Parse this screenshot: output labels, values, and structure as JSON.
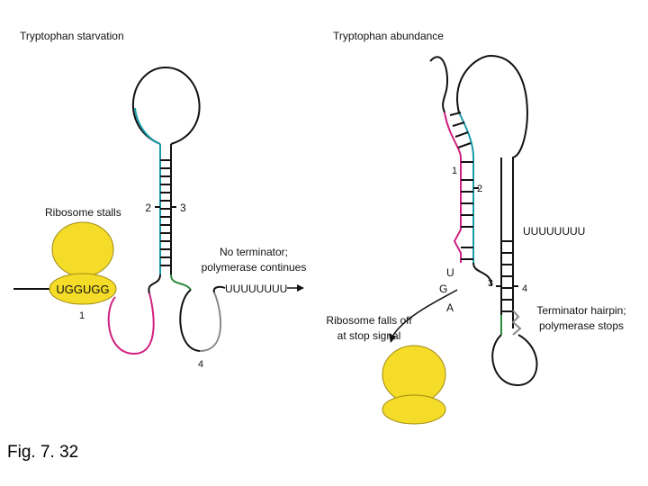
{
  "left_panel": {
    "title": "Tryptophan starvation",
    "ribosome_label": "Ribosome stalls",
    "codon_text": "UGGUGG",
    "region_1": "1",
    "region_2": "2",
    "region_3": "3",
    "region_4": "4",
    "terminator_line1": "No terminator;",
    "terminator_line2": "polymerase continues",
    "tail_text": "UUUUUUUU"
  },
  "right_panel": {
    "title": "Tryptophan abundance",
    "region_1": "1",
    "region_2": "2",
    "region_3": "3",
    "region_4": "4",
    "tail_text": "UUUUUUUU",
    "stop_u": "U",
    "stop_g": "G",
    "stop_a": "A",
    "ribosome_line1": "Ribosome falls off",
    "ribosome_line2": "at stop signal",
    "terminator_line1": "Terminator hairpin;",
    "terminator_line2": "polymerase stops"
  },
  "caption": "Fig. 7. 32",
  "colors": {
    "region_1": "#d0207f",
    "region_2": "#1a9aa8",
    "region_3": "#2a8a3a",
    "region_4": "#888888",
    "ribosome": "#f4dc28",
    "ribosome_edge": "#a08a10"
  }
}
